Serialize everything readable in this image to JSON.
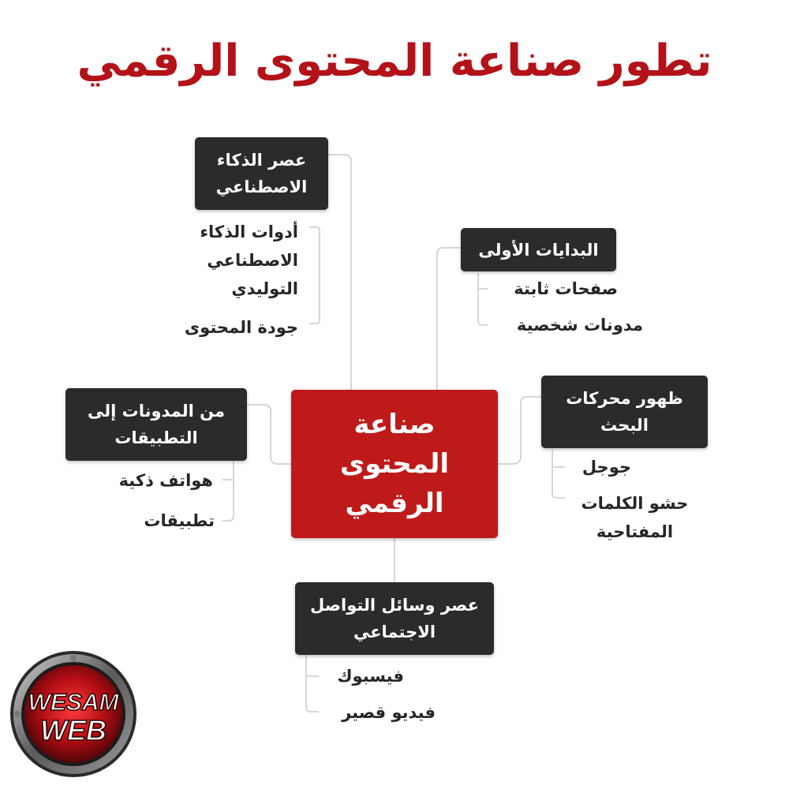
{
  "title": "تطور صناعة المحتوى الرقمي",
  "center": {
    "label": "صناعة المحتوى الرقمي"
  },
  "branches": {
    "ai_era": {
      "label": "عصر الذكاء الاصطناعي",
      "items": [
        "أدوات الذكاء الاصطناعي التوليدي",
        "جودة المحتوى"
      ]
    },
    "early_beginnings": {
      "label": "البدايات الأولى",
      "items": [
        "صفحات ثابتة",
        "مدونات شخصية"
      ]
    },
    "search_engines": {
      "label": "ظهور محركات البحث",
      "items": [
        "جوجل",
        "حشو الكلمات المفتاحية"
      ]
    },
    "blogs_to_apps": {
      "label": "من المدونات إلى التطبيقات",
      "items": [
        "هواتف ذكية",
        "تطبيقات"
      ]
    },
    "social_media": {
      "label": "عصر وسائل التواصل الاجتماعي",
      "items": [
        "فيسبوك",
        "فيديو قصير"
      ]
    }
  },
  "logo": {
    "line1": "WESAM",
    "line2": "WEB"
  },
  "colors": {
    "title": "#b31219",
    "center_fill": "#bf1a1a",
    "branch_fill": "#2b2b2d",
    "item_text": "#262626",
    "connector": "#d6d6d6"
  }
}
